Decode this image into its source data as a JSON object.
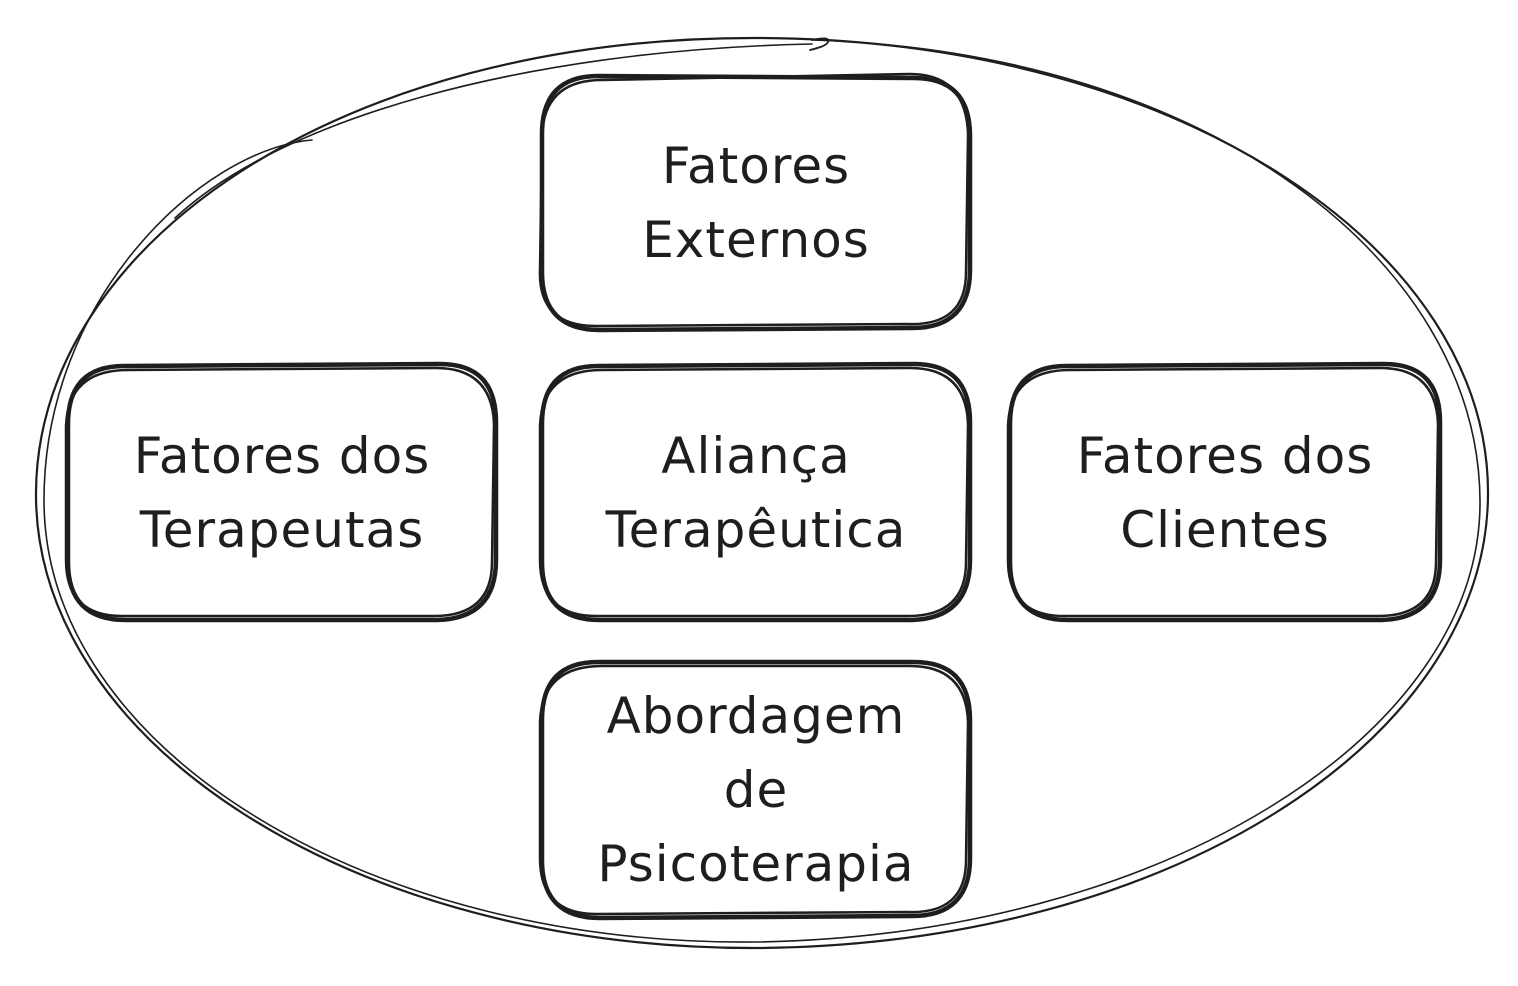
{
  "diagram": {
    "stroke_color": "#1e1e1e",
    "background_color": "#ffffff",
    "container": {
      "shape": "ellipse",
      "style": "hand-drawn double outline"
    },
    "nodes": [
      {
        "id": "externos",
        "lines": [
          "Fatores",
          "Externos"
        ]
      },
      {
        "id": "terapeutas",
        "lines": [
          "Fatores dos",
          "Terapeutas"
        ]
      },
      {
        "id": "alianca",
        "lines": [
          "Aliança",
          "Terapêutica"
        ]
      },
      {
        "id": "clientes",
        "lines": [
          "Fatores dos",
          "Clientes"
        ]
      },
      {
        "id": "abordagem",
        "lines": [
          "Abordagem",
          "de",
          "Psicoterapia"
        ]
      }
    ]
  }
}
